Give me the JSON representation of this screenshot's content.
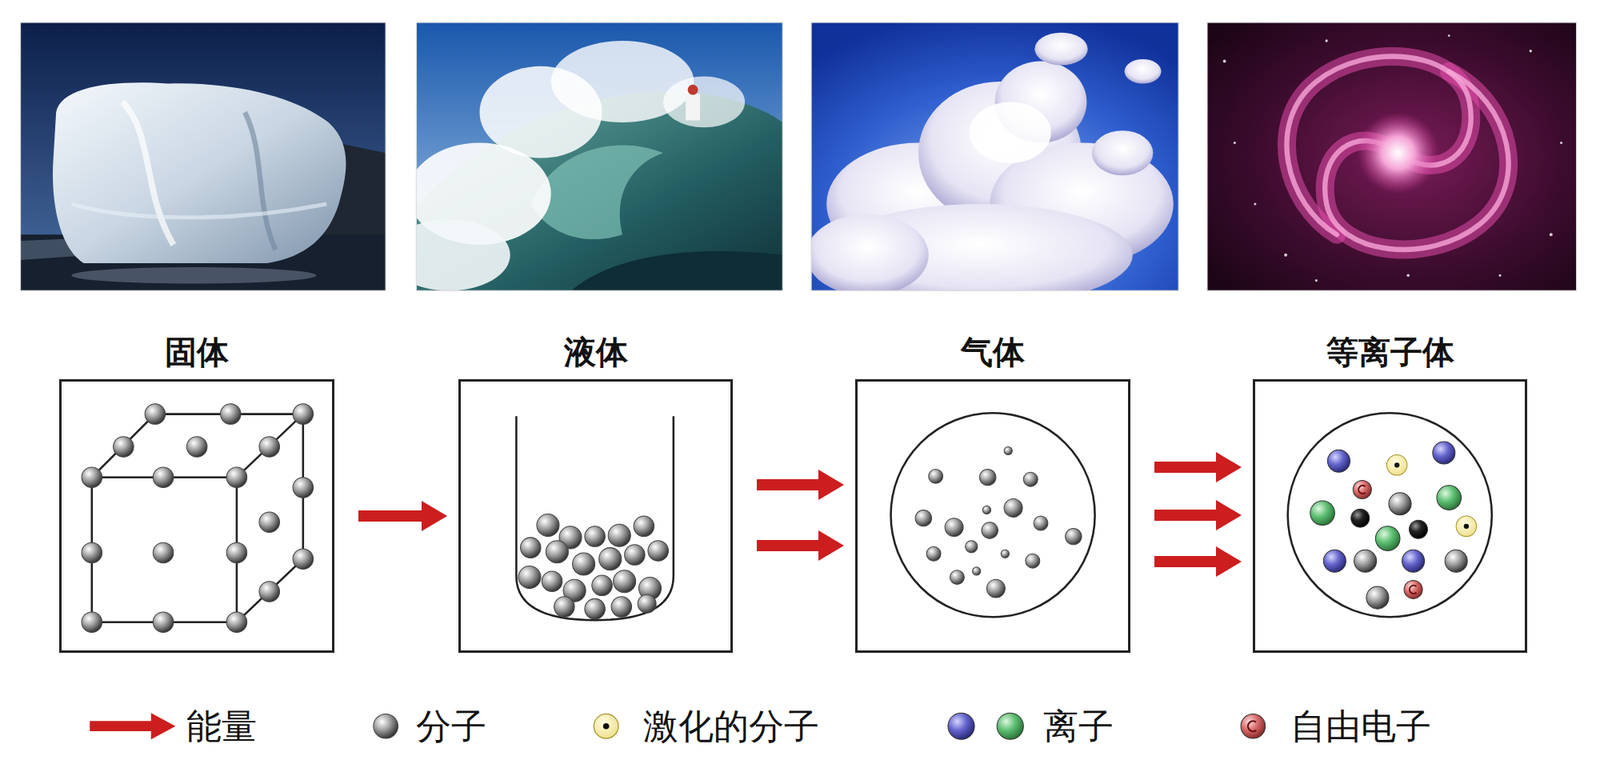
{
  "diagram": {
    "nodes": [
      {
        "text": [
          "固体"
        ]
      },
      {
        "text": [
          "液体"
        ]
      },
      {
        "text": [
          "气体"
        ]
      },
      {
        "text": [
          "等离子体"
        ]
      }
    ],
    "edges": [
      {
        "from": 0,
        "to": 1,
        "arrow": "to"
      },
      {
        "from": 1,
        "to": 2,
        "arrow": "to"
      },
      {
        "from": 1,
        "to": 2,
        "arrow": "to"
      },
      {
        "from": 2,
        "to": 3,
        "arrow": "to"
      },
      {
        "from": 2,
        "to": 3,
        "arrow": "to"
      },
      {
        "from": 2,
        "to": 3,
        "arrow": "to"
      }
    ],
    "legend": [
      {
        "text": "能量"
      },
      {
        "text": "分子"
      },
      {
        "text": "激化的分子"
      },
      {
        "text": "离子"
      },
      {
        "text": "自由电子"
      }
    ]
  }
}
